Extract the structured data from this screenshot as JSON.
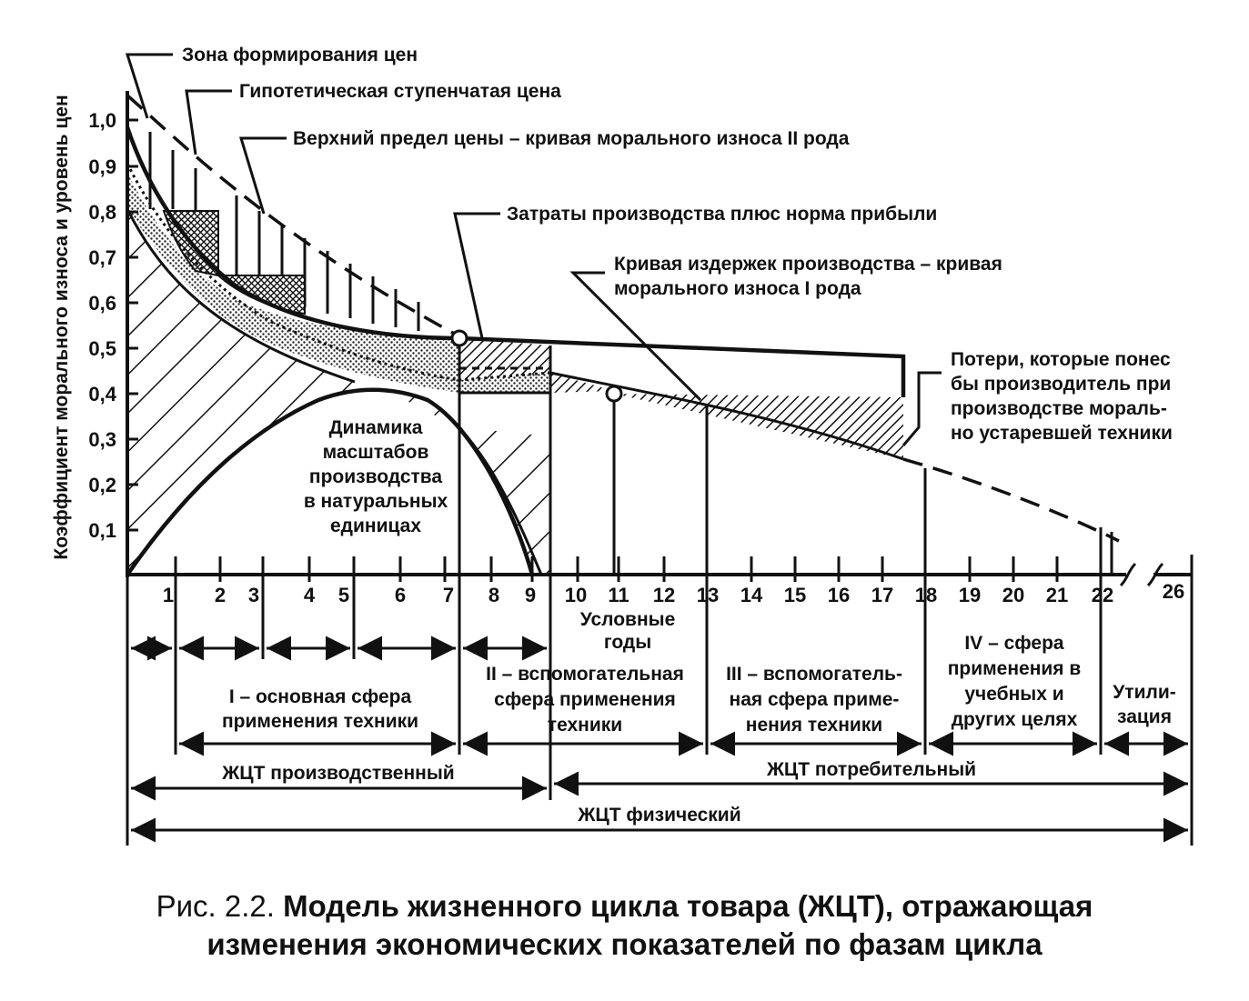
{
  "y_axis": {
    "label": "Коэффициент морального износа и уровень цен",
    "ticks": [
      "1,0",
      "0,9",
      "0,8",
      "0,7",
      "0,6",
      "0,5",
      "0,4",
      "0,3",
      "0,2",
      "0,1"
    ]
  },
  "x_axis": {
    "ticks": [
      "1",
      "2",
      "3",
      "4",
      "5",
      "6",
      "7",
      "8",
      "9",
      "10",
      "11",
      "12",
      "13",
      "14",
      "15",
      "16",
      "17",
      "18",
      "19",
      "20",
      "21",
      "22",
      "26"
    ],
    "label_line1": "Условные",
    "label_line2": "годы"
  },
  "callouts": {
    "price_zone": "Зона формирования цен",
    "step_price": "Гипотетическая ступенчатая цена",
    "upper_limit": "Верхний предел цены – кривая морального износа II рода",
    "cost_plus": "Затраты производства плюс норма прибыли",
    "cost_curve_1": "Кривая издержек производства – кривая",
    "cost_curve_2": "морального износа I рода",
    "losses_1": "Потери, которые понес",
    "losses_2": "бы производитель при",
    "losses_3": "производстве мораль-",
    "losses_4": "но устаревшей техники",
    "dynamics_1": "Динамика",
    "dynamics_2": "масштабов",
    "dynamics_3": "производства",
    "dynamics_4": "в натуральных",
    "dynamics_5": "единицах"
  },
  "phases": {
    "phase1_1": "I – основная сфера",
    "phase1_2": "применения техники",
    "phase2_1": "II – вспомогательная",
    "phase2_2": "сфера применения",
    "phase2_3": "техники",
    "phase3_1": "III – вспомогатель-",
    "phase3_2": "ная сфера приме-",
    "phase3_3": "нения техники",
    "phase4_1": "IV – сфера",
    "phase4_2": "применения в",
    "phase4_3": "учебных и",
    "phase4_4": "других целях",
    "phase5_1": "Утили-",
    "phase5_2": "зация"
  },
  "lifecycle": {
    "production": "ЖЦТ производственный",
    "consumer": "ЖЦТ потребительный",
    "physical": "ЖЦТ физический"
  },
  "caption": {
    "prefix": "Рис. 2.2.",
    "line1": "Модель жизненного цикла товара (ЖЦТ), отражающая",
    "line2": "изменения экономических показателей по фазам цикла"
  }
}
